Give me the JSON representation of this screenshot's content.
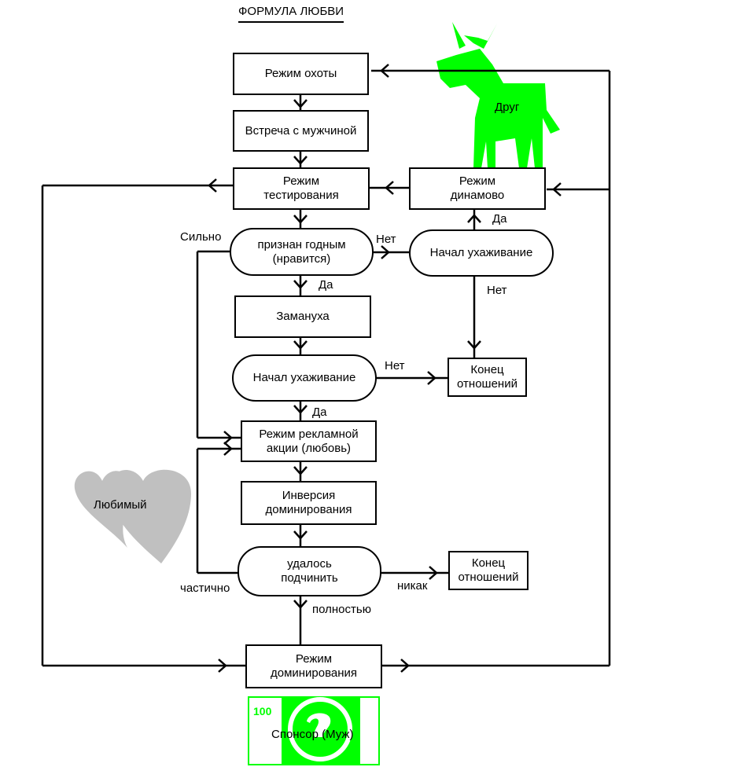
{
  "title": "ФОРМУЛА ЛЮБВИ",
  "nodes": {
    "hunt": "Режим охоты",
    "meet": "Встреча с мужчиной",
    "test": "Режим\nтестирования",
    "dinamo": "Режим\nдинамово",
    "fit": "признан годным\n(нравится)",
    "court1": "Начал ухаживание",
    "lure": "Замануха",
    "court2": "Начал ухаживание",
    "end1": "Конец\nотношений",
    "ad": "Режим рекламной\nакции (любовь)",
    "inv": "Инверсия\nдоминирования",
    "sub": "удалось\nподчинить",
    "end2": "Конец\nотношений",
    "dom": "Режим\nдоминирования"
  },
  "edge_labels": {
    "strongly": "Сильно",
    "no1": "Нет",
    "yes1": "Да",
    "yes2": "Да",
    "no2": "Нет",
    "no3": "Нет",
    "yes3": "Да",
    "partially": "частично",
    "never": "никак",
    "fully": "полностью"
  },
  "pictures": {
    "goat_label": "Друг",
    "hearts_label": "Любимый",
    "banknote_value": "100",
    "banknote_label": "Спонсор (Муж)"
  },
  "colors": {
    "goat": "#00ff00",
    "hearts": "#c0c0c0",
    "banknote": "#00ff00"
  }
}
